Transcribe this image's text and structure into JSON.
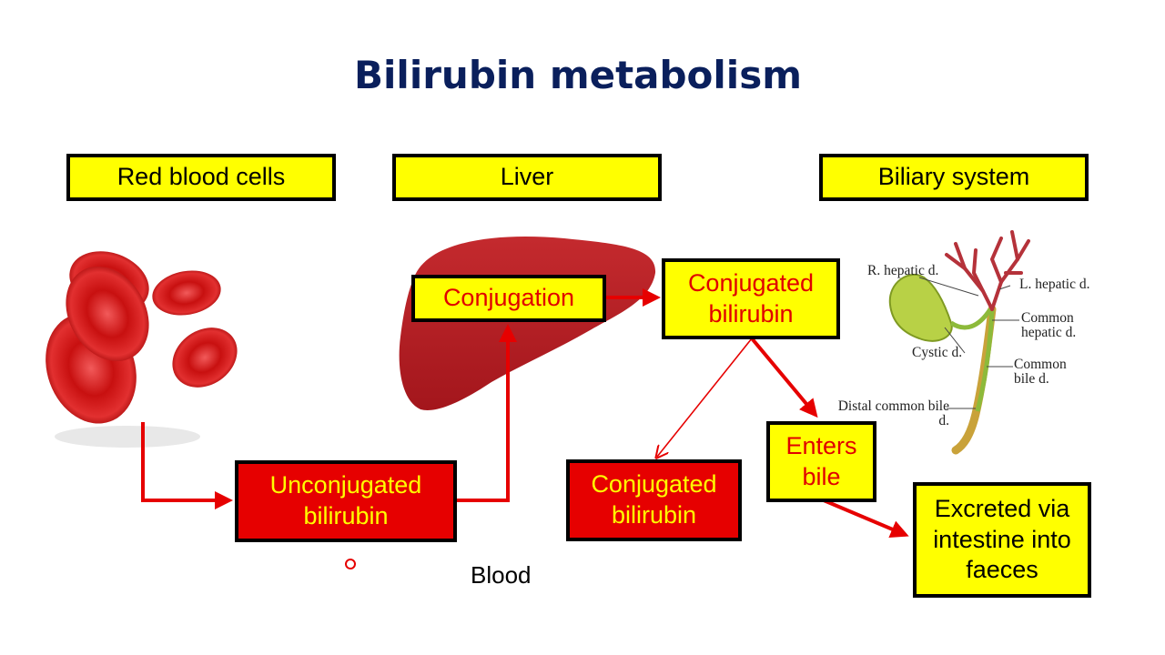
{
  "title": "Bilirubin metabolism",
  "headers": {
    "rbc": "Red blood cells",
    "liver": "Liver",
    "biliary": "Biliary system"
  },
  "nodes": {
    "unconjugated": "Unconjugated bilirubin",
    "conjugation": "Conjugation",
    "conjugated_liver": "Conjugated bilirubin",
    "conjugated_blood": "Conjugated bilirubin",
    "enters_bile": "Enters bile",
    "excreted": "Excreted via intestine into faeces"
  },
  "labels": {
    "blood": "Blood"
  },
  "anatomy": {
    "r_hepatic": "R. hepatic d.",
    "l_hepatic": "L. hepatic d.",
    "common_hepatic": "Common hepatic d.",
    "cystic": "Cystic d.",
    "common_bile": "Common bile d.",
    "distal_common_bile": "Distal common bile d."
  },
  "colors": {
    "title": "#0a1f5c",
    "box_yellow": "#ffff00",
    "box_red": "#e60000",
    "arrow": "#e60000",
    "liver": "#b81c22",
    "rbc": "#d41a1a"
  }
}
